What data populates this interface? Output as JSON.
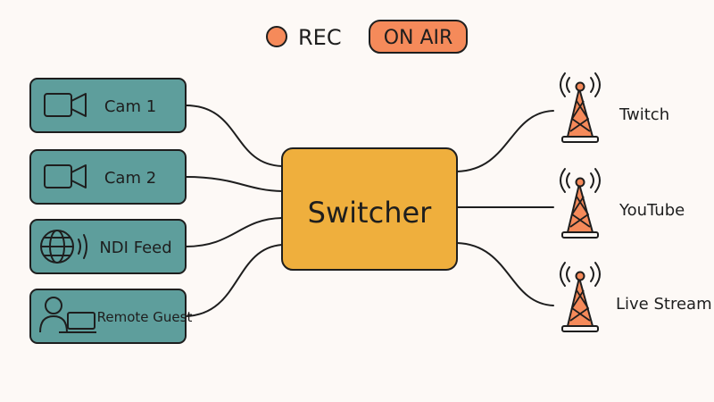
{
  "status": {
    "rec_label": "REC",
    "on_air_label": "ON AIR",
    "accent_color": "#f58a5a"
  },
  "sources": [
    {
      "label": "Cam 1",
      "icon": "video-camera-icon"
    },
    {
      "label": "Cam 2",
      "icon": "video-camera-icon"
    },
    {
      "label": "NDI Feed",
      "icon": "globe-broadcast-icon"
    },
    {
      "label": "Remote Guest",
      "icon": "person-laptop-icon"
    }
  ],
  "switcher": {
    "label": "Switcher",
    "color": "#efaf3d"
  },
  "destinations": [
    {
      "label": "Twitch",
      "icon": "broadcast-tower-icon"
    },
    {
      "label": "YouTube",
      "icon": "broadcast-tower-icon"
    },
    {
      "label": "Live Stream",
      "icon": "broadcast-tower-icon"
    }
  ],
  "colors": {
    "source_fill": "#5e9e9c",
    "tower_fill": "#f58a5a",
    "stroke": "#1e1e1e"
  }
}
